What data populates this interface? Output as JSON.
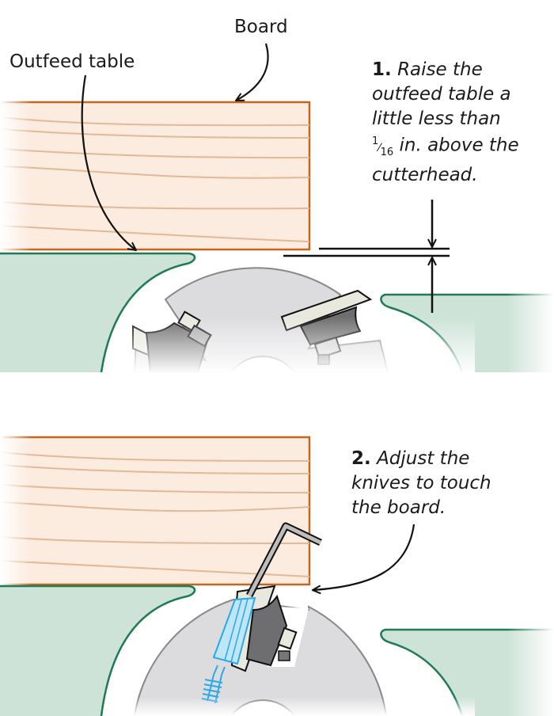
{
  "labels": {
    "board": "Board",
    "outfeed_table": "Outfeed table"
  },
  "steps": [
    {
      "number": "1.",
      "lines": [
        "Raise the",
        "outfeed table a",
        "little less than",
        "in. above the",
        "cutterhead."
      ],
      "fraction": {
        "numerator": "1",
        "denominator": "16"
      }
    },
    {
      "number": "2.",
      "lines": [
        "Adjust the",
        "knives to touch",
        "the board."
      ]
    }
  ],
  "colors": {
    "board_fill": "#fcebdf",
    "board_edge": "#c4661f",
    "grain": "#e3b995",
    "table_fill": "#cde3d7",
    "table_edge": "#1f7a55",
    "cutterhead": "#dcdcdf",
    "knife": "#e9e8de",
    "gib": "#6e6e70",
    "allen_key": "#bdbdbf",
    "screw_blue": "#29a9e6",
    "screw_fill": "#bfe6f7"
  }
}
